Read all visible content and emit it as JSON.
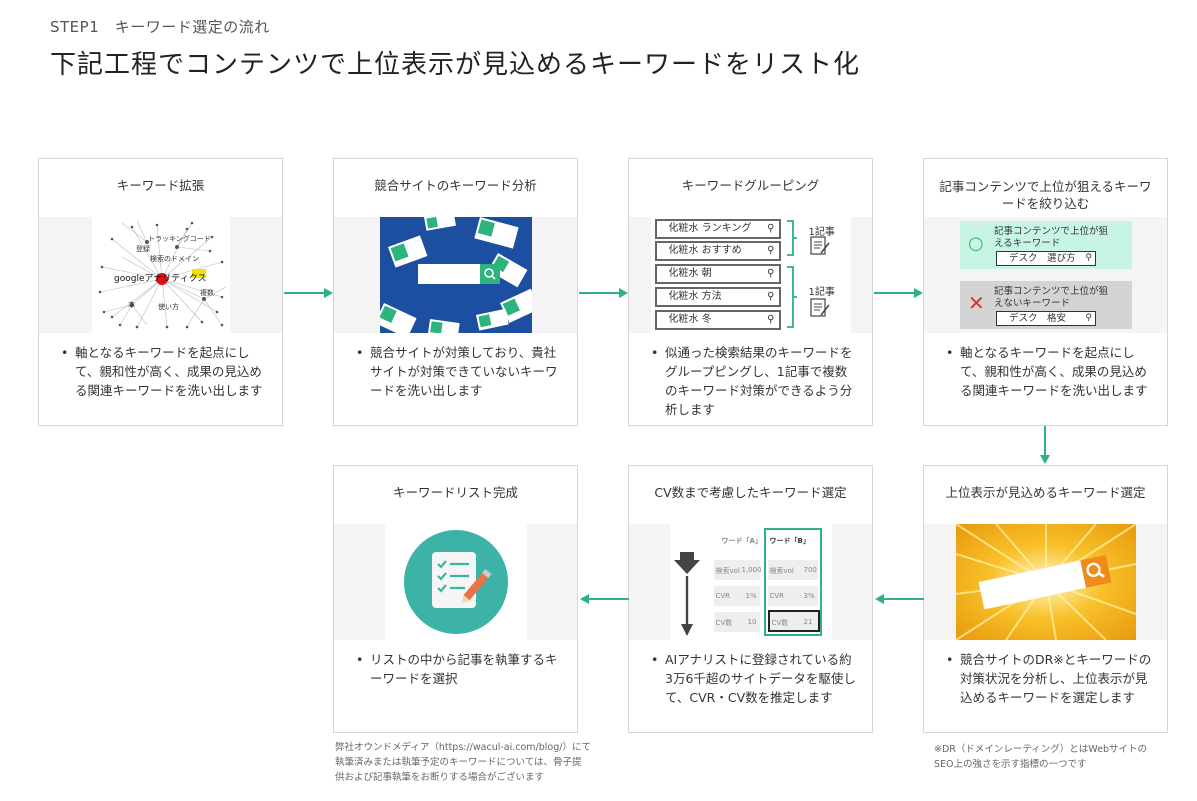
{
  "header": {
    "step": "STEP1　キーワード選定の流れ",
    "headline": "下記工程でコンテンツで上位表示が見込めるキーワードをリスト化"
  },
  "cards": [
    {
      "title": "キーワード拡張",
      "image_words": [
        "googleアナリティクス",
        "検索のドメイン",
        "トラッキングコード",
        "登録",
        "使い方",
        "複数",
        "本"
      ],
      "text": "軸となるキーワードを起点にして、親和性が高く、成果の見込める関連キーワードを洗い出します"
    },
    {
      "title": "競合サイトのキーワード分析",
      "text": "競合サイトが対策しており、貴社サイトが対策できていないキーワードを洗い出します"
    },
    {
      "title": "キーワードグルーピング",
      "keywords": [
        "化粧水 ランキング",
        "化粧水 おすすめ",
        "化粧水 朝",
        "化粧水 方法",
        "化粧水 冬"
      ],
      "group_label": "1記事",
      "text": "似通った検索結果のキーワードをグループピングし、1記事で複数のキーワード対策ができるよう分析します"
    },
    {
      "title": "記事コンテンツで上位が狙えるキーワードを絞り込む",
      "good_label": "記事コンテンツで上位が狙えるキーワード",
      "good_symbol": "○",
      "good_keyword": "デスク　選び方",
      "bad_label": "記事コンテンツで上位が狙えないキーワード",
      "bad_symbol": "✕",
      "bad_keyword": "デスク　格安",
      "text": "軸となるキーワードを起点にして、親和性が高く、成果の見込める関連キーワードを洗い出します"
    },
    {
      "title": "上位表示が見込めるキーワード選定",
      "text": "競合サイトのDR※とキーワードの対策状況を分析し、上位表示が見込めるキーワードを選定します"
    },
    {
      "title": "CV数まで考慮したキーワード選定",
      "table": {
        "col_a": "ワード「A」",
        "col_b": "ワード「B」",
        "rows": [
          {
            "label": "検索vol",
            "a": "1,000",
            "b": "700"
          },
          {
            "label": "CVR",
            "a": "1%",
            "b": "3%"
          },
          {
            "label": "CV数",
            "a": "10",
            "b": "21"
          }
        ]
      },
      "text": "AIアナリストに登録されている約3万6千超のサイトデータを駆使して、CVR・CV数を推定します"
    },
    {
      "title": "キーワードリスト完成",
      "text": "リストの中から記事を執筆するキーワードを選択"
    }
  ],
  "notes": {
    "left": "弊社オウンドメディア（https://wacul-ai.com/blog/）にて執筆済みまたは執筆予定のキーワードについては、骨子提供および記事執筆をお断りする場合がございます",
    "right": "※DR（ドメインレーティング）とはWebサイトのSEO上の強さを示す指標の一つです"
  },
  "bullet": "•",
  "colors": {
    "accent": "#2db37c",
    "good_bg": "#c8f5e3",
    "bad_bg": "#d4d4d4",
    "bad_mark": "#e23030",
    "blue": "#1c4fa0",
    "orange": "#f08a1a",
    "teal": "#3cb3a6"
  }
}
